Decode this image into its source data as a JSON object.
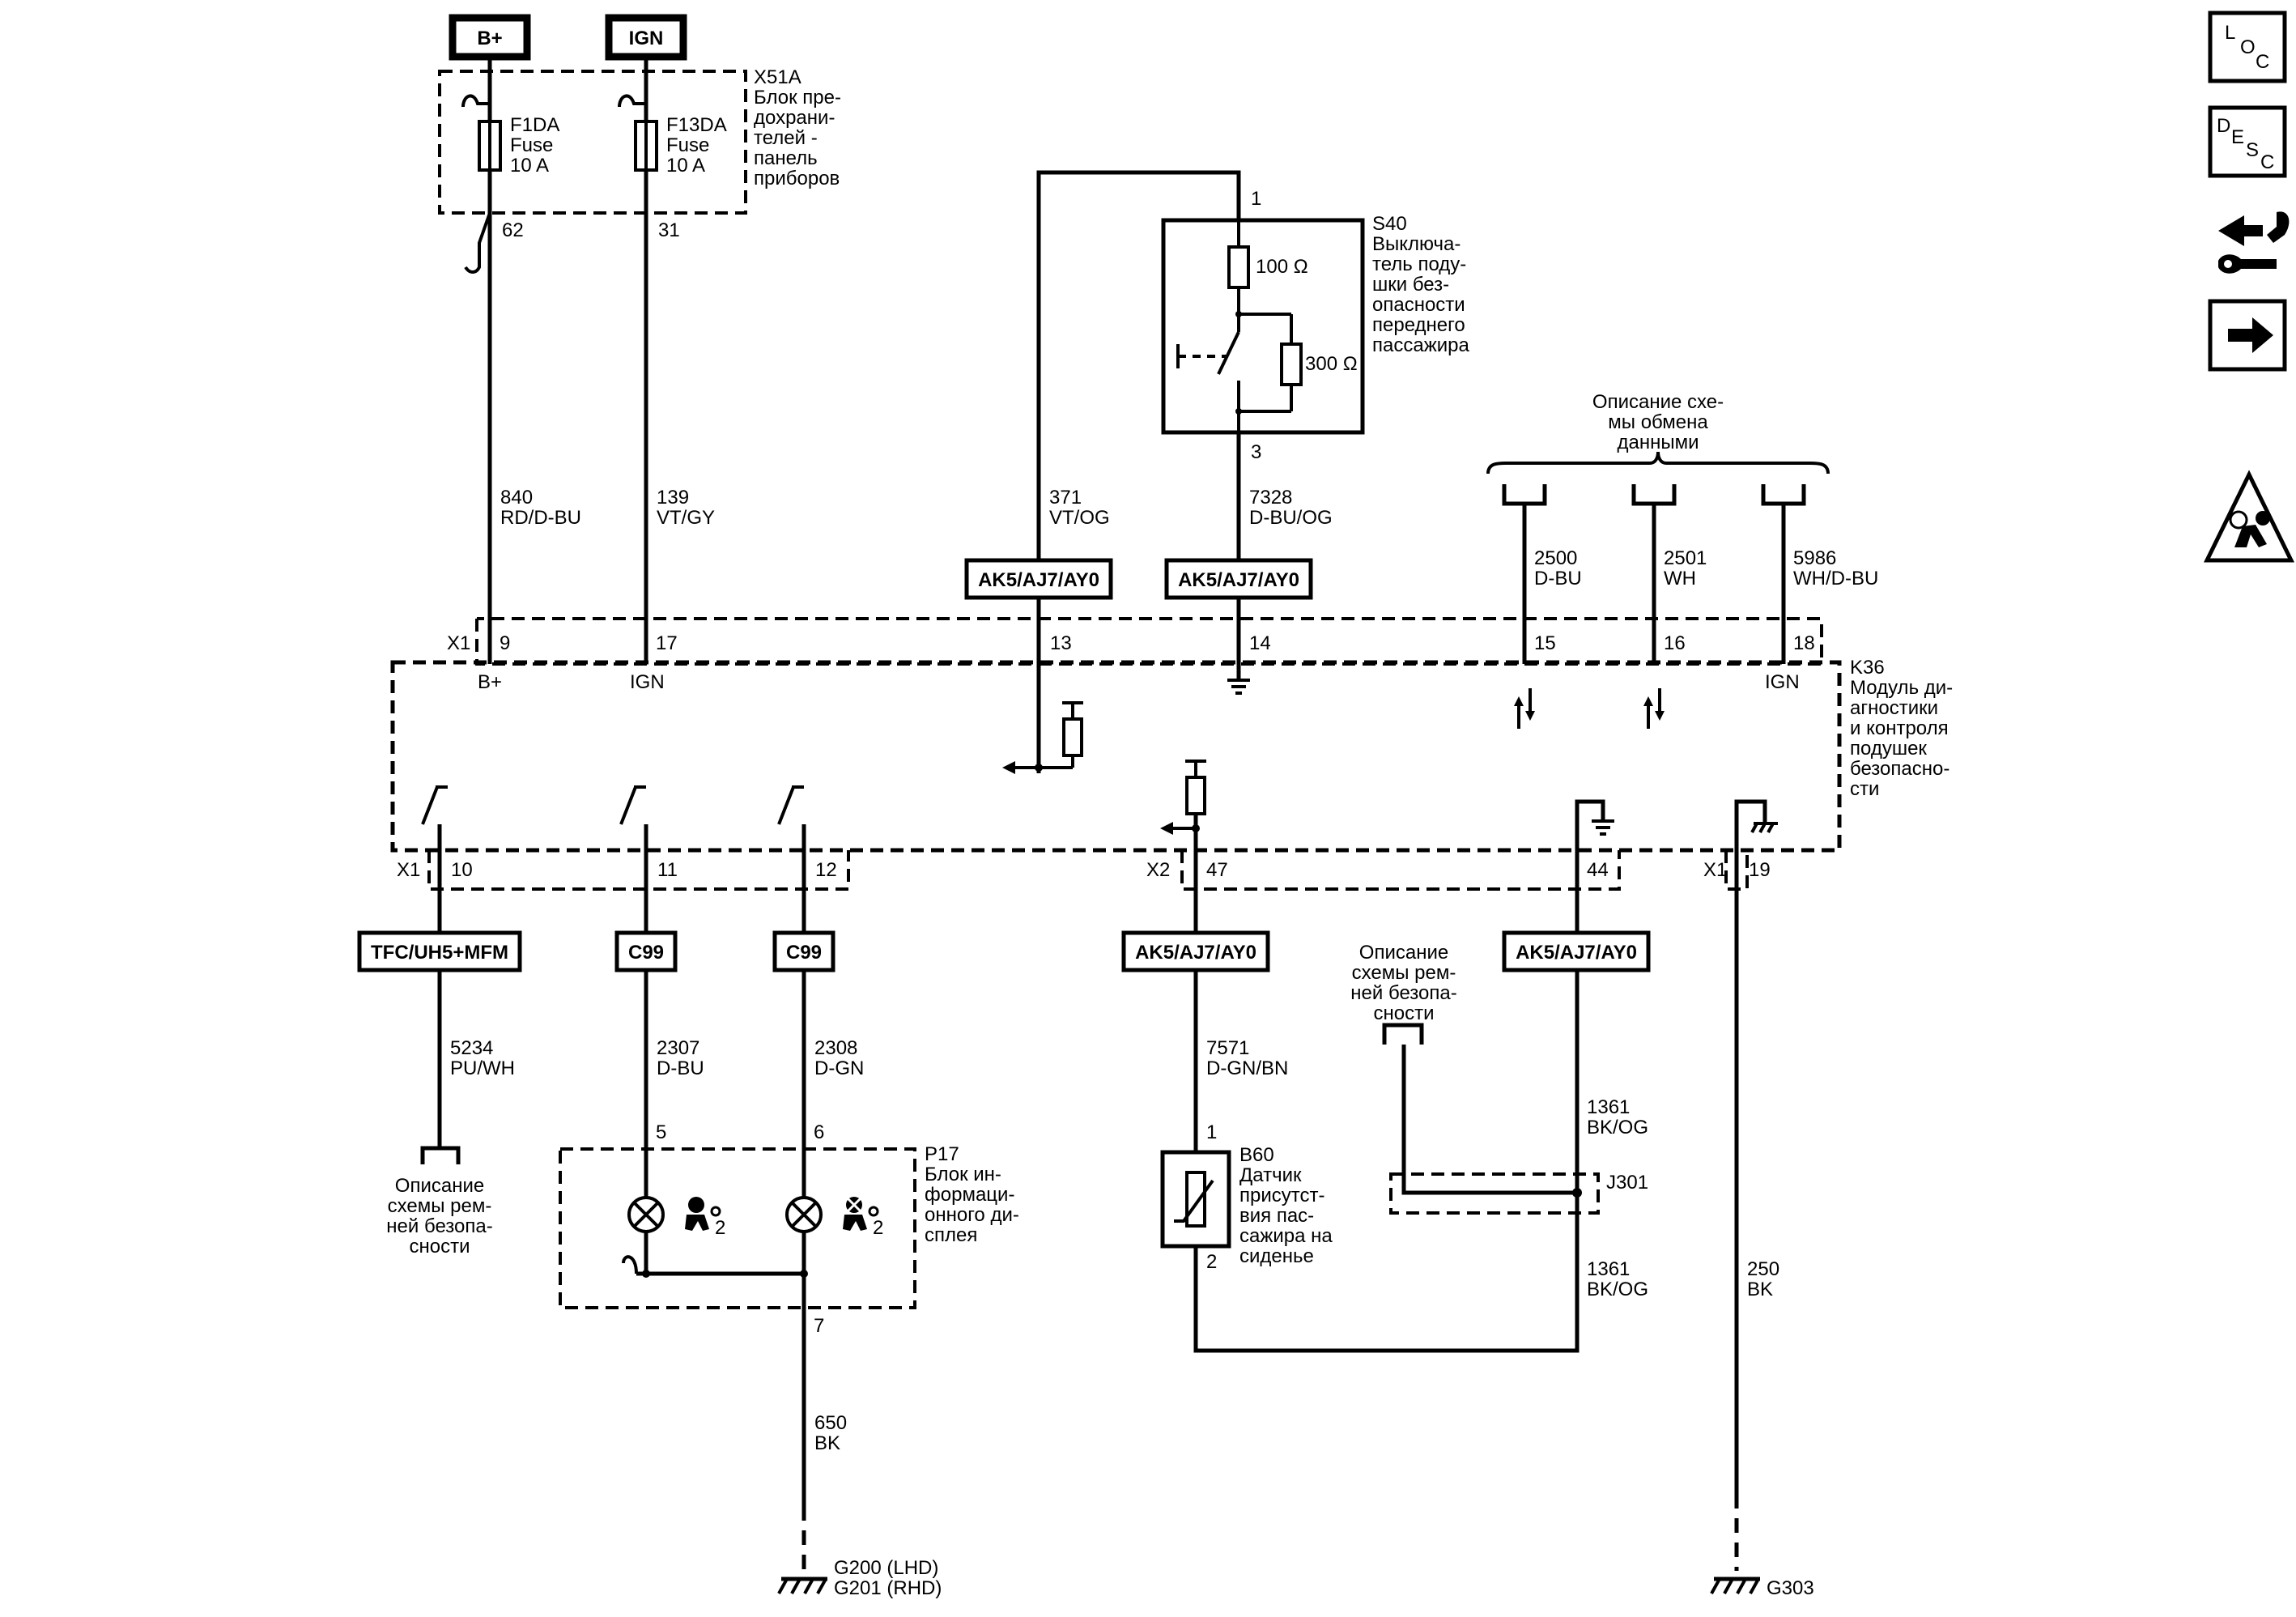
{
  "power": {
    "bplus": "B+",
    "ign": "IGN"
  },
  "x51a": {
    "id": "X51A",
    "desc": [
      "Блок пре-",
      "дохрани-",
      "телей -",
      "панель",
      "приборов"
    ]
  },
  "fuse1": {
    "name": "F1DA",
    "type": "Fuse",
    "rating": "10 A",
    "pin": "62"
  },
  "fuse2": {
    "name": "F13DA",
    "type": "Fuse",
    "rating": "10 A",
    "pin": "31"
  },
  "wire840": {
    "num": "840",
    "color": "RD/D-BU"
  },
  "wire139": {
    "num": "139",
    "color": "VT/GY"
  },
  "s40": {
    "id": "S40",
    "desc": [
      "Выключа-",
      "тель поду-",
      "шки без-",
      "опасности",
      "переднего",
      "пассажира"
    ],
    "pin_top": "1",
    "pin_bottom": "3",
    "r1": "100 Ω",
    "r2": "300 Ω"
  },
  "wire371": {
    "num": "371",
    "color": "VT/OG"
  },
  "wire7328": {
    "num": "7328",
    "color": "D-BU/OG"
  },
  "options": {
    "ak5": "AK5/AJ7/AY0",
    "tfc": "TFC/UH5+MFM",
    "c99": "C99"
  },
  "data_comm": {
    "title": [
      "Описание схе-",
      "мы обмена",
      "данными"
    ]
  },
  "wire2500": {
    "num": "2500",
    "color": "D-BU"
  },
  "wire2501": {
    "num": "2501",
    "color": "WH"
  },
  "wire5986": {
    "num": "5986",
    "color": "WH/D-BU"
  },
  "k36": {
    "id": "K36",
    "desc": [
      "Модуль ди-",
      "агностики",
      "и контроля",
      "подушек",
      "безопасно-",
      "сти"
    ],
    "x1": "X1",
    "x2": "X2",
    "pin9": "9",
    "pin17": "17",
    "pin13": "13",
    "pin14": "14",
    "pin15": "15",
    "pin16": "16",
    "pin18": "18",
    "pin10": "10",
    "pin11": "11",
    "pin12": "12",
    "pin47": "47",
    "pin44": "44",
    "pin19": "19",
    "in_bplus": "B+",
    "in_ign": "IGN",
    "in_ign2": "IGN"
  },
  "wire5234": {
    "num": "5234",
    "color": "PU/WH"
  },
  "wire2307": {
    "num": "2307",
    "color": "D-BU"
  },
  "wire2308": {
    "num": "2308",
    "color": "D-GN"
  },
  "wire7571": {
    "num": "7571",
    "color": "D-GN/BN"
  },
  "wire1361a": {
    "num": "1361",
    "color": "BK/OG"
  },
  "wire1361b": {
    "num": "1361",
    "color": "BK/OG"
  },
  "wire250": {
    "num": "250",
    "color": "BK"
  },
  "wire650": {
    "num": "650",
    "color": "BK"
  },
  "belt_left": {
    "title": [
      "Описание",
      "схемы рем-",
      "ней безопа-",
      "сности"
    ]
  },
  "belt_right": {
    "title": [
      "Описание",
      "схемы рем-",
      "ней безопа-",
      "сности"
    ]
  },
  "p17": {
    "id": "P17",
    "desc": [
      "Блок ин-",
      "формаци-",
      "онного ди-",
      "сплея"
    ],
    "pin5": "5",
    "pin6": "6",
    "pin7": "7",
    "sub": "2"
  },
  "b60": {
    "id": "B60",
    "desc": [
      "Датчик",
      "присутст-",
      "вия пас-",
      "сажира на",
      "сиденье"
    ],
    "pin1": "1",
    "pin2": "2"
  },
  "j301": {
    "id": "J301"
  },
  "grounds": {
    "g200": "G200 (LHD)",
    "g201": "G201 (RHD)",
    "g303": "G303"
  },
  "sidebar": {
    "loc_l": "L",
    "loc_o": "O",
    "loc_c": "C",
    "desc_d": "D",
    "desc_e": "E",
    "desc_s": "S",
    "desc_c": "C"
  }
}
